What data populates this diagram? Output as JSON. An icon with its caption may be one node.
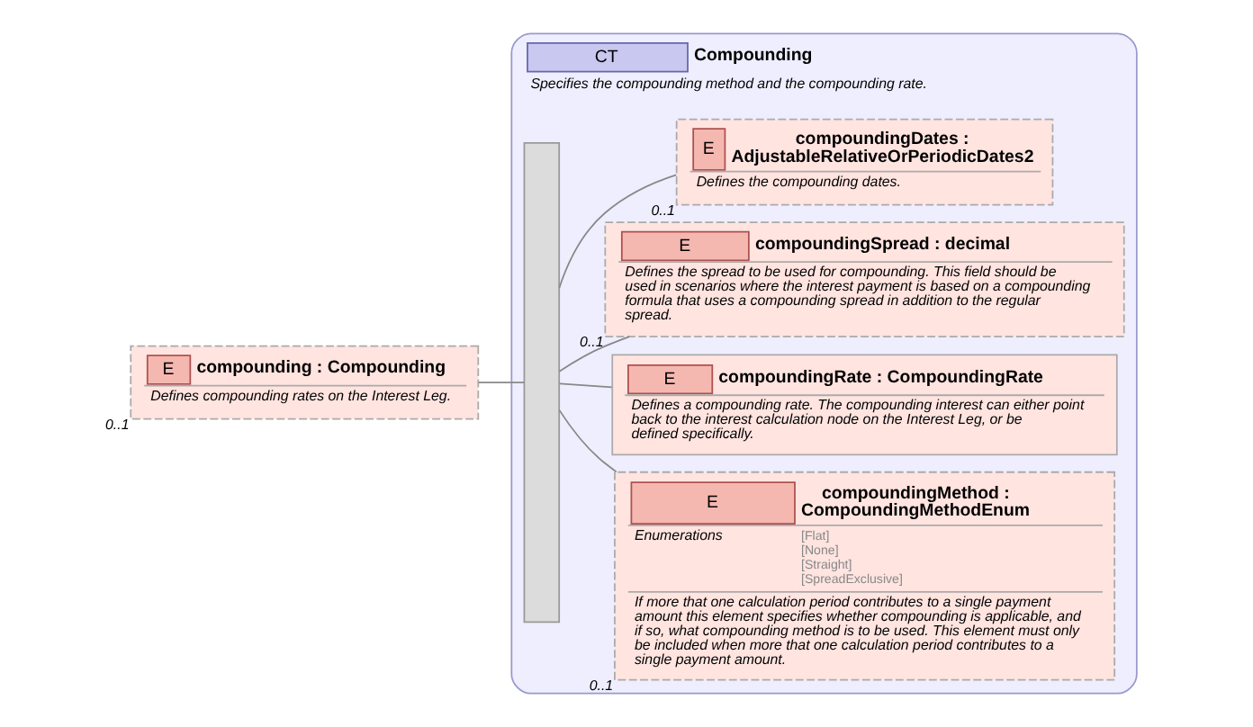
{
  "diagram": {
    "nodes": [
      {
        "text": [
          "E",
          "compounding : Compounding",
          "Defines compounding rates on the Interest Leg."
        ],
        "beside": [
          "0..1"
        ]
      },
      {
        "text": [
          "CT",
          "Compounding",
          "Specifies the compounding method and the compounding rate."
        ]
      },
      {
        "text": [],
        "shape": "bar",
        "in": 1
      },
      {
        "text": [
          "E",
          "compoundingMethod : CompoundingMethodEnum",
          "Enumerations",
          "[Flat]",
          "[None]",
          "[Straight]",
          "[SpreadExclusive]",
          "If more that one calculation period contributes to a single payment amount this element specifies whether compounding is applicable, and if so, what compounding method is to be used. This element must only be included when more that one calculation period contributes to a single payment amount."
        ],
        "beside": [
          "0..1"
        ],
        "in": 1
      },
      {
        "text": [
          "E",
          "compoundingRate : CompoundingRate",
          "Defines a compounding rate. The compounding interest can either point back to the interest calculation node on the Interest Leg, or be defined specifically."
        ],
        "in": 1
      },
      {
        "text": [
          "E",
          "compoundingSpread : decimal",
          "Defines the spread to be used for compounding. This field should be used in scenarios where the interest payment is based on a compounding formula that uses a compounding spread in addition to the regular spread."
        ],
        "beside": [
          "0..1"
        ],
        "in": 1
      },
      {
        "text": [
          "E",
          "compoundingDates : AdjustableRelativeOrPeriodicDates2",
          "Defines the compounding dates."
        ],
        "beside": [
          "0..1"
        ],
        "in": 1
      }
    ],
    "edges": [
      {
        "from": 0,
        "to": 2,
        "arrow": "none"
      },
      {
        "from": 2,
        "to": 3,
        "arrow": "none"
      },
      {
        "from": 2,
        "to": 4,
        "arrow": "none"
      },
      {
        "from": 2,
        "to": 5,
        "arrow": "none"
      },
      {
        "from": 2,
        "to": 6,
        "arrow": "none"
      }
    ]
  }
}
